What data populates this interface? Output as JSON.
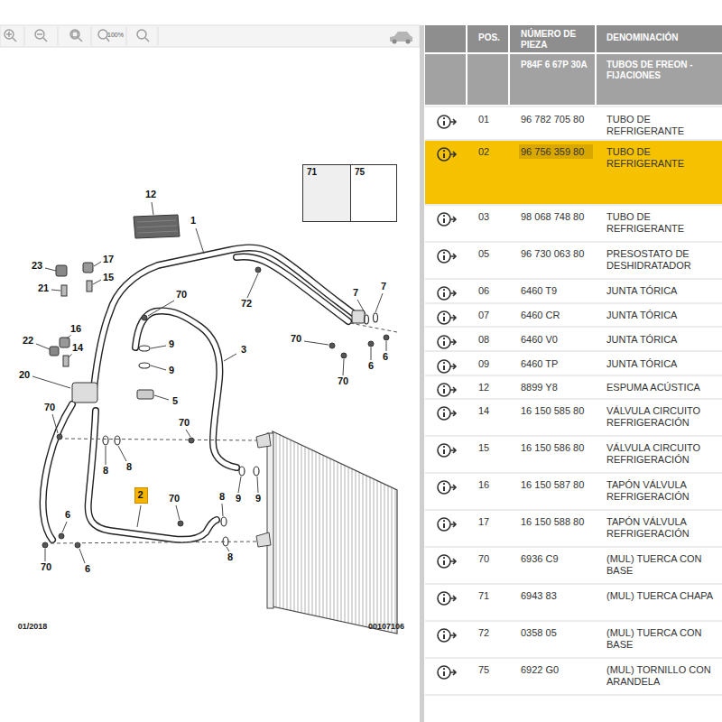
{
  "diagram": {
    "nodes": [
      {
        "text": [
          "71"
        ]
      },
      {
        "text": [
          "75"
        ]
      },
      {
        "text": [
          "2"
        ]
      }
    ],
    "labels": [
      "12",
      "1",
      "23",
      "17",
      "21",
      "15",
      "70",
      "72",
      "7",
      "7",
      "16",
      "22",
      "14",
      "9",
      "3",
      "70",
      "6",
      "6",
      "9",
      "20",
      "70",
      "5",
      "70",
      "70",
      "8",
      "8",
      "8",
      "70",
      "9",
      "9",
      "6",
      "8",
      "70",
      "6",
      "100%",
      "01/2018",
      "00107106",
      "POS.",
      "NÚMERO DE PIEZA",
      "DENOMINACIÓN",
      "P84F 6 67P 30A",
      "TUBOS DE FREON - FIJACIONES",
      "01",
      "96 782 705 80",
      "TUBO DE REFRIGERANTE",
      "02",
      "96 756 359 80",
      "TUBO DE REFRIGERANTE",
      "03",
      "98 068 748 80",
      "TUBO DE REFRIGERANTE",
      "05",
      "96 730 063 80",
      "PRESOSTATO DE DESHIDRATADOR",
      "06",
      "6460 T9",
      "JUNTA TÓRICA",
      "07",
      "6460 CR",
      "JUNTA TÓRICA",
      "08",
      "6460 V0",
      "JUNTA TÓRICA",
      "09",
      "6460 TP",
      "JUNTA TÓRICA",
      "12",
      "8899 Y8",
      "ESPUMA ACÚSTICA",
      "14",
      "16 150 585 80",
      "VÁLVULA CIRCUITO REFRIGERACIÓN",
      "15",
      "16 150 586 80",
      "VÁLVULA CIRCUITO REFRIGERACIÓN",
      "16",
      "16 150 587 80",
      "TAPÓN VÁLVULA REFRIGERACIÓN",
      "17",
      "16 150 588 80",
      "TAPÓN VÁLVULA REFRIGERACIÓN",
      "70",
      "6936 C9",
      "(MUL) TUERCA CON BASE",
      "71",
      "6943 83",
      "(MUL) TUERCA CHAPA",
      "72",
      "0358 05",
      "(MUL) TUERCA CON BASE",
      "75",
      "6922 G0",
      "(MUL) TORNILLO CON ARANDELA"
    ]
  }
}
